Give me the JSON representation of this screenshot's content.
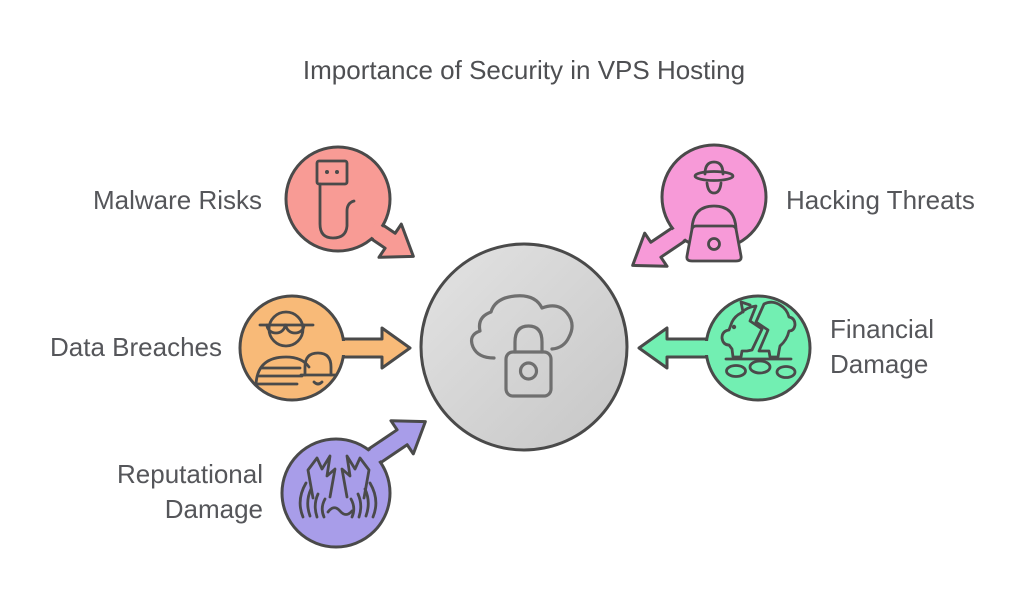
{
  "title": "Importance of Security in VPS Hosting",
  "center": {
    "icon": "cloud-lock-icon",
    "fill_top": "#e3e3e3",
    "fill_bottom": "#c6c6c6",
    "outline": "#4a4a4a"
  },
  "nodes": [
    {
      "label": "Malware Risks",
      "color": "#f89b95",
      "icon": "usb-drive-icon"
    },
    {
      "label": "Hacking Threats",
      "color": "#f79ad8",
      "icon": "hacker-laptop-icon"
    },
    {
      "label": "Data Breaches",
      "color": "#f8ba78",
      "icon": "person-sunglasses-bell-icon"
    },
    {
      "label": "Financial Damage",
      "lines": [
        "Financial",
        "Damage"
      ],
      "color": "#72efb2",
      "icon": "broken-piggy-bank-icon"
    },
    {
      "label": "Reputational Damage",
      "lines": [
        "Reputational",
        "Damage"
      ],
      "color": "#a89de9",
      "icon": "broken-glass-hands-icon"
    }
  ],
  "outline_color": "#4a4a4a",
  "text_color": "#55565a"
}
